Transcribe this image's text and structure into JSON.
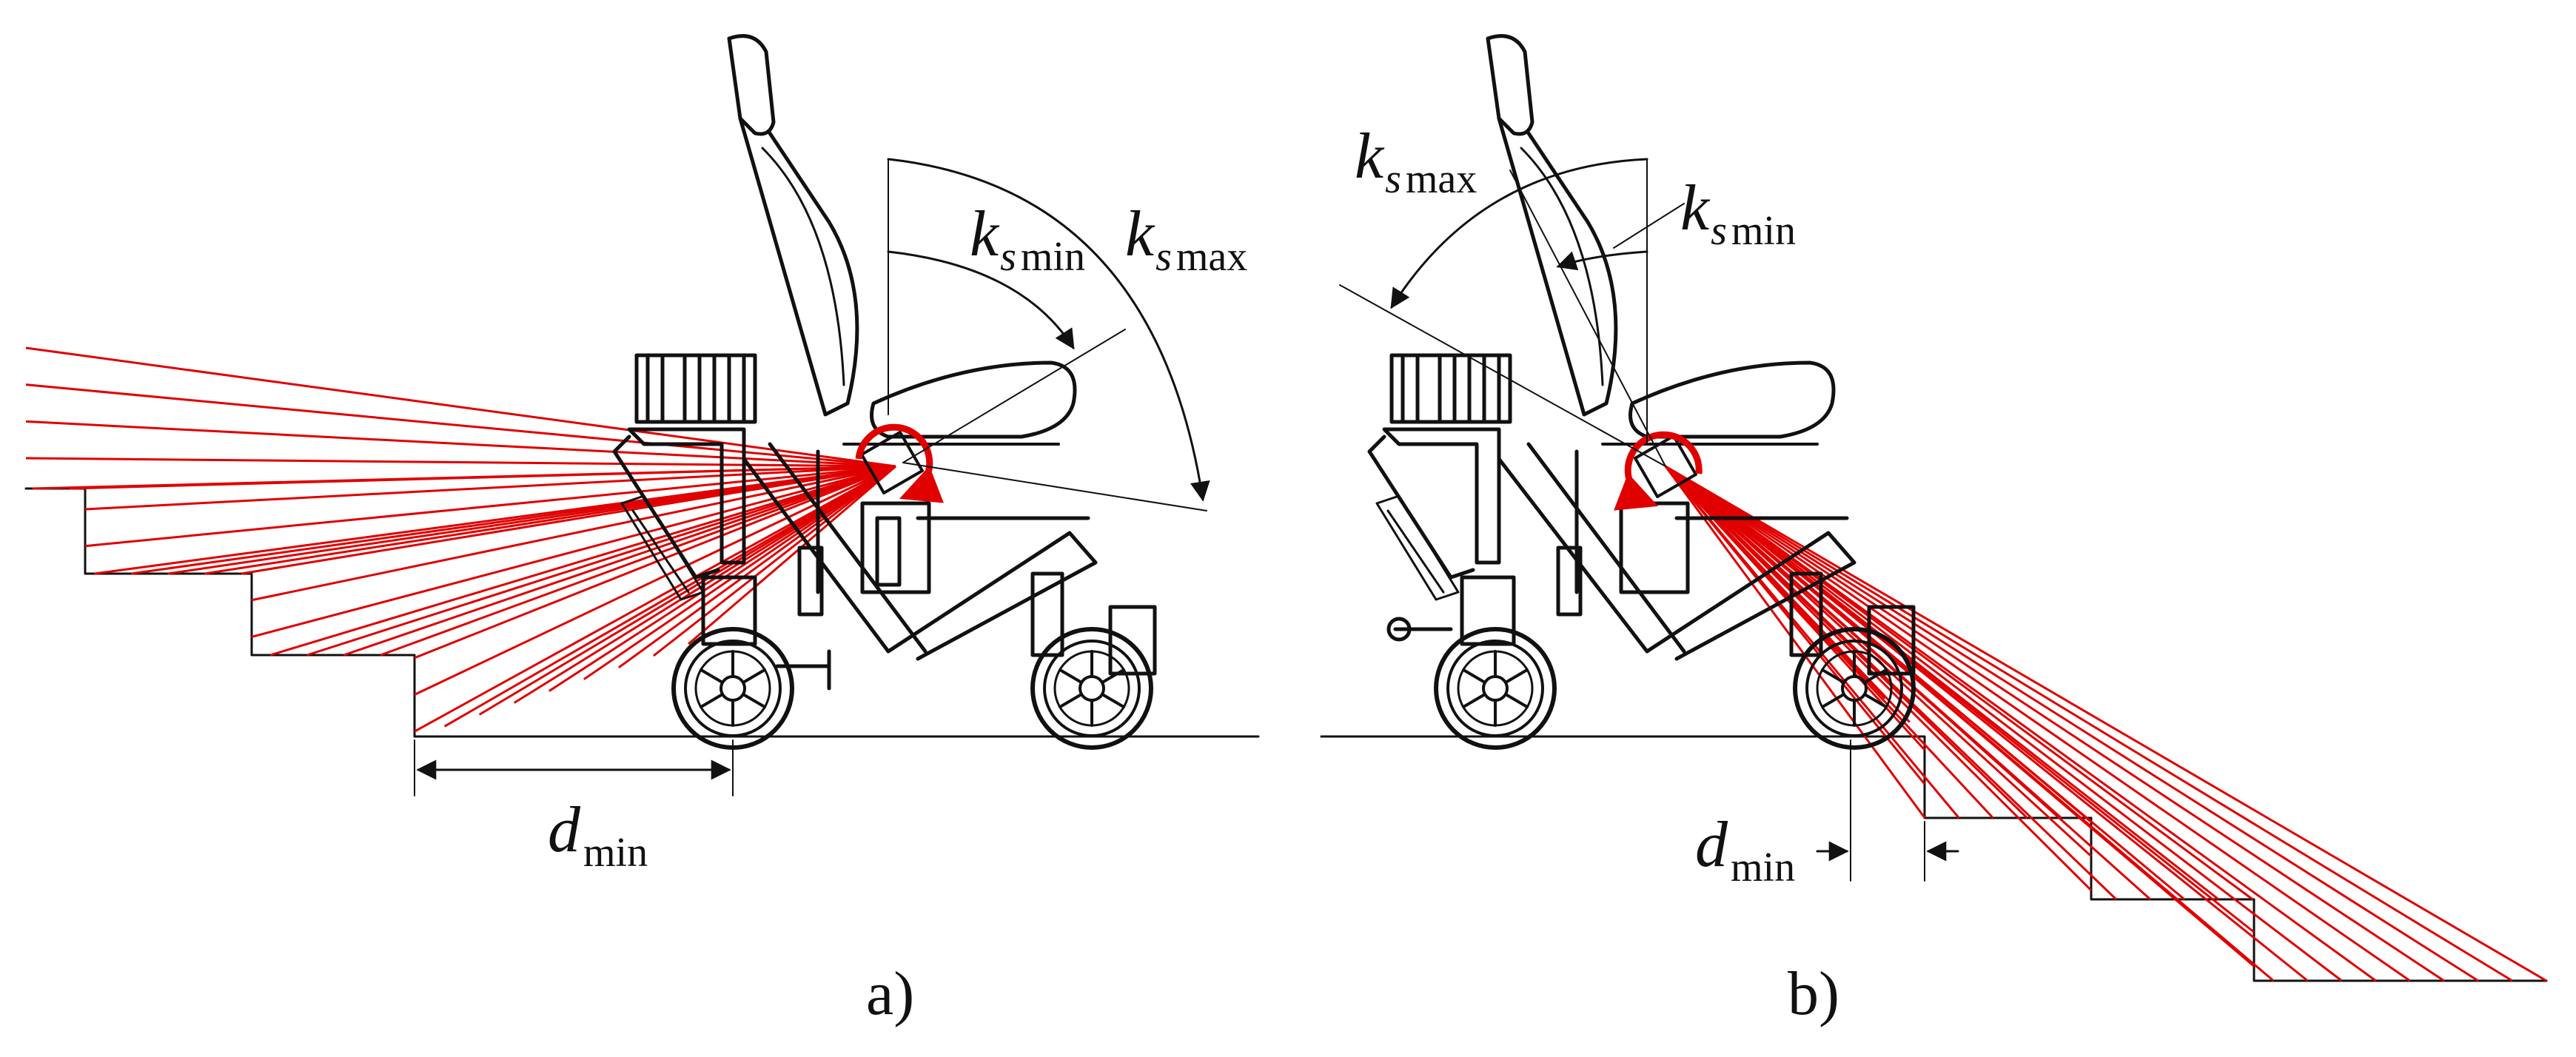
{
  "colors": {
    "ink": "#111111",
    "laser": "#e00000",
    "background": "#ffffff"
  },
  "panels": [
    {
      "id": "a",
      "caption": "a)",
      "labels": {
        "ks_min_sym": "k",
        "ks_min_sub": "s min",
        "ks_max_sym": "k",
        "ks_max_sub": "s max",
        "d_min_sym": "d",
        "d_min_sub": "min"
      },
      "scan": "laser beam fan from seat-mounted sensor toward ascending stairs",
      "ray_count": 30
    },
    {
      "id": "b",
      "caption": "b)",
      "labels": {
        "ks_min_sym": "k",
        "ks_min_sub": "s min",
        "ks_max_sym": "k",
        "ks_max_sub": "s max",
        "d_min_sym": "d",
        "d_min_sub": "min"
      },
      "scan": "laser beam fan from seat-mounted sensor toward descending stairs",
      "ray_count": 30
    }
  ]
}
